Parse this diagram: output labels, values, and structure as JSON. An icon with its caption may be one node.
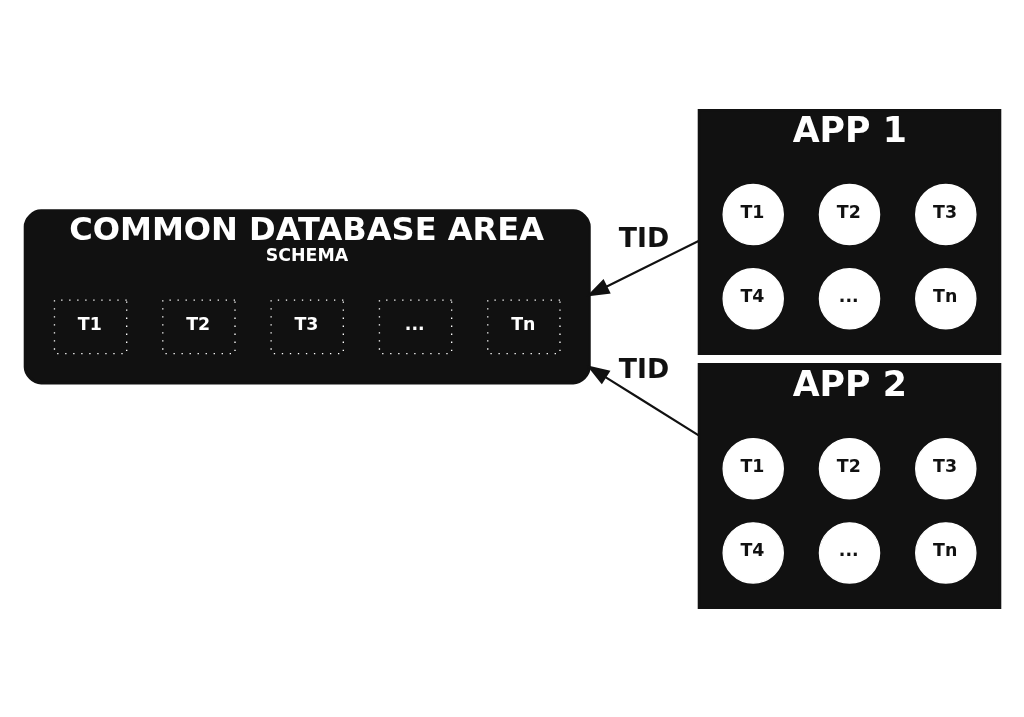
{
  "diagram": {
    "nodes": [
      {
        "text": [
          "COMMON DATABASE AREA",
          "SCHEMA"
        ]
      },
      {
        "text": [
          "T1"
        ],
        "in": 0
      },
      {
        "text": [
          "T2"
        ],
        "in": 0
      },
      {
        "text": [
          "T3"
        ],
        "in": 0
      },
      {
        "text": [
          "..."
        ],
        "in": 0
      },
      {
        "text": [
          "Tn"
        ],
        "in": 0
      },
      {
        "text": [
          "APP 1"
        ]
      },
      {
        "text": [
          "T1"
        ],
        "in": 6
      },
      {
        "text": [
          "T2"
        ],
        "in": 6
      },
      {
        "text": [
          "T3"
        ],
        "in": 6
      },
      {
        "text": [
          "T4"
        ],
        "in": 6
      },
      {
        "text": [
          "..."
        ],
        "in": 6
      },
      {
        "text": [
          "Tn"
        ],
        "in": 6
      },
      {
        "text": [
          "APP 2"
        ]
      },
      {
        "text": [
          "T1"
        ],
        "in": 13
      },
      {
        "text": [
          "T2"
        ],
        "in": 13
      },
      {
        "text": [
          "T3"
        ],
        "in": 13
      },
      {
        "text": [
          "T4"
        ],
        "in": 13
      },
      {
        "text": [
          "..."
        ],
        "in": 13
      },
      {
        "text": [
          "Tn"
        ],
        "in": 13
      }
    ],
    "edges": [
      {
        "from": 6,
        "to": 0,
        "arrow": "to",
        "label": "TID"
      },
      {
        "from": 13,
        "to": 0,
        "arrow": "to",
        "label": "TID"
      }
    ]
  }
}
